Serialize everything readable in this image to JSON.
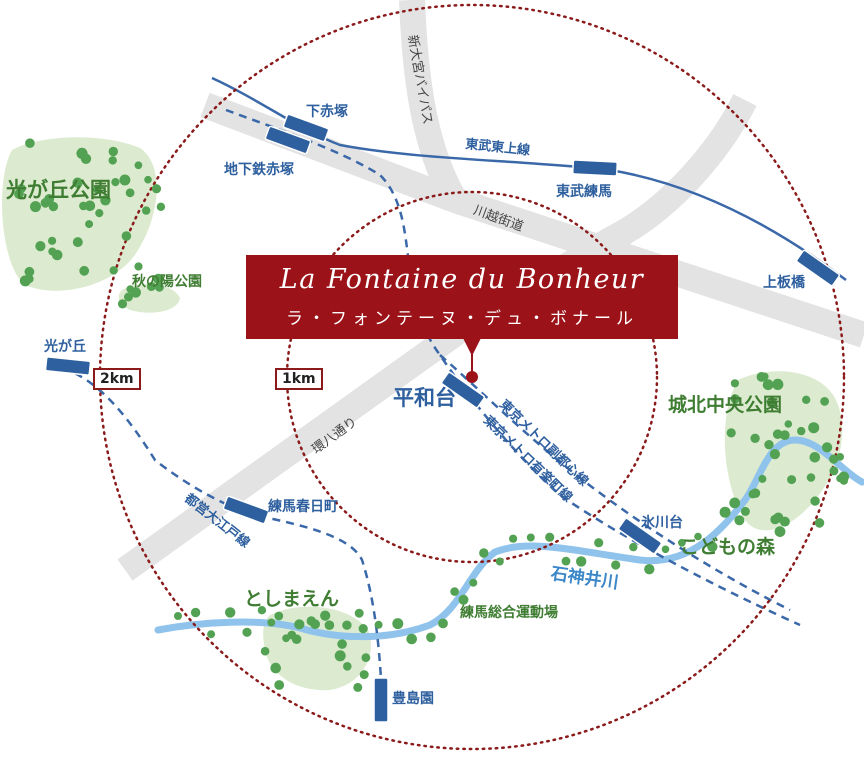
{
  "title": {
    "name_en": "La Fontaine du Bonheur",
    "name_ja": "ラ・フォンテーヌ・デュ・ボナール"
  },
  "distance_rings": [
    "1km",
    "2km"
  ],
  "stations": {
    "shimo_akatsuka": "下赤塚",
    "chika_akatsuka": "地下鉄赤塚",
    "tobu_nerima": "東武練馬",
    "kamiitabashi": "上板橋",
    "hikarigaoka": "光が丘",
    "heiwadai": "平和台",
    "nerima_kasugacho": "練馬春日町",
    "hikawadai": "氷川台",
    "toshimaen": "豊島園"
  },
  "rail_lines": {
    "tobu_tojo": "東武東上線",
    "fukutoshin": "東京メトロ副都心線",
    "yurakucho": "東京メトロ有楽町線",
    "oedo": "都営大江戸線"
  },
  "roads": {
    "shin_omiya": "新大宮バイパス",
    "kawagoe": "川越街道",
    "kanpachi": "環八通り"
  },
  "parks": {
    "hikarigaoka_park": "光が丘公園",
    "akinohi_park": "秋の陽公園",
    "johoku_park": "城北中央公園",
    "kodomo_no_mori": "こどもの森",
    "toshimaen": "としまえん",
    "nerima_sports": "練馬総合運動場"
  },
  "river": "石神井川",
  "colors": {
    "title_bg": "#9b1218",
    "ring": "#8b1a1a",
    "rail": "#3a68a8",
    "station": "#2e5f9e",
    "road": "#e3e3e3",
    "river": "#8fc3ec",
    "park": "#dcebd0",
    "tree": "#53a253"
  },
  "icons": [
    "location-pin-icon",
    "station-marker-icon",
    "tree-icon"
  ]
}
